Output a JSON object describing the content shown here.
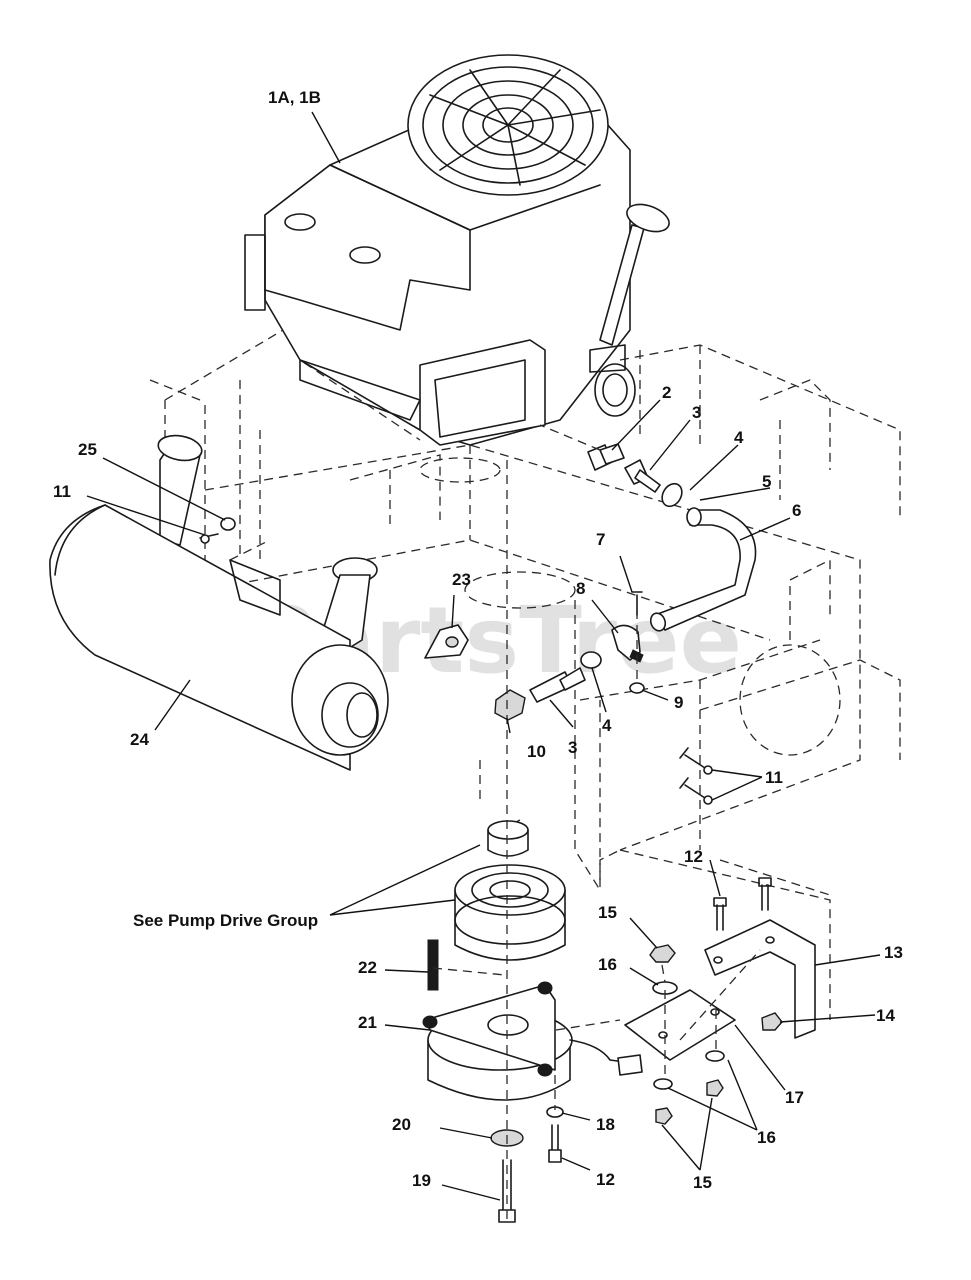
{
  "diagram": {
    "watermark": "PartsTree",
    "callouts": [
      {
        "id": "c1ab",
        "text": "1A, 1B"
      },
      {
        "id": "c2",
        "text": "2"
      },
      {
        "id": "c3a",
        "text": "3"
      },
      {
        "id": "c3b",
        "text": "3"
      },
      {
        "id": "c4a",
        "text": "4"
      },
      {
        "id": "c4b",
        "text": "4"
      },
      {
        "id": "c5",
        "text": "5"
      },
      {
        "id": "c6",
        "text": "6"
      },
      {
        "id": "c7",
        "text": "7"
      },
      {
        "id": "c8",
        "text": "8"
      },
      {
        "id": "c9",
        "text": "9"
      },
      {
        "id": "c10",
        "text": "10"
      },
      {
        "id": "c11a",
        "text": "11"
      },
      {
        "id": "c11b",
        "text": "11"
      },
      {
        "id": "c12a",
        "text": "12"
      },
      {
        "id": "c12b",
        "text": "12"
      },
      {
        "id": "c13",
        "text": "13"
      },
      {
        "id": "c14",
        "text": "14"
      },
      {
        "id": "c15a",
        "text": "15"
      },
      {
        "id": "c15b",
        "text": "15"
      },
      {
        "id": "c16a",
        "text": "16"
      },
      {
        "id": "c16b",
        "text": "16"
      },
      {
        "id": "c17",
        "text": "17"
      },
      {
        "id": "c18",
        "text": "18"
      },
      {
        "id": "c19",
        "text": "19"
      },
      {
        "id": "c20",
        "text": "20"
      },
      {
        "id": "c21",
        "text": "21"
      },
      {
        "id": "c22",
        "text": "22"
      },
      {
        "id": "c23",
        "text": "23"
      },
      {
        "id": "c24",
        "text": "24"
      },
      {
        "id": "c25",
        "text": "25"
      },
      {
        "id": "cpump",
        "text": "See Pump Drive Group"
      }
    ]
  }
}
